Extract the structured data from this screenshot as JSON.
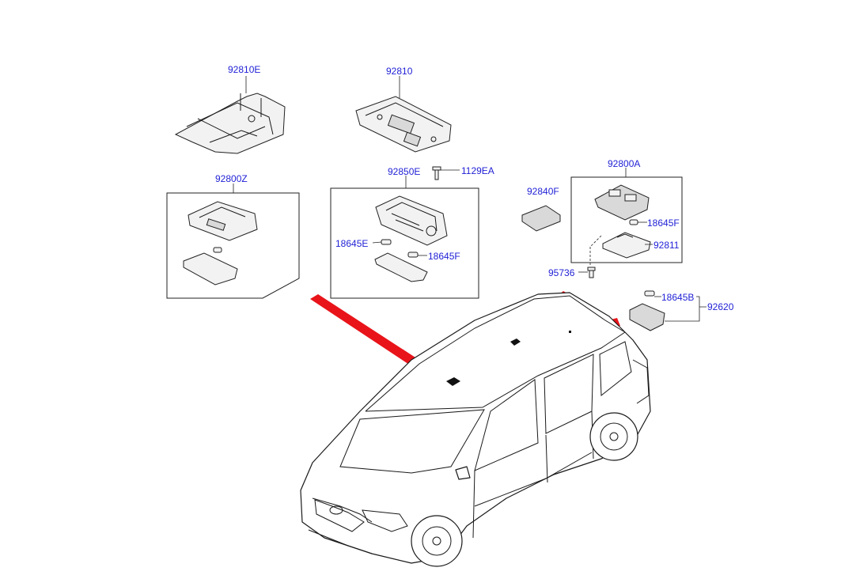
{
  "diagram": {
    "part_labels": {
      "p92810E": "92810E",
      "p92810": "92810",
      "p92800Z": "92800Z",
      "p92850E": "92850E",
      "p1129EA": "1129EA",
      "p18645E": "18645E",
      "p18645F_left": "18645F",
      "p92840F": "92840F",
      "p92800A": "92800A",
      "p18645F_right": "18645F",
      "p92811": "92811",
      "p95736": "95736",
      "p18645B": "18645B",
      "p92620": "92620"
    },
    "colors": {
      "label": "#1f1fd6",
      "leader_wedge": "#e8141a",
      "line": "#222222",
      "part_fill": "#f2f2f2"
    }
  }
}
